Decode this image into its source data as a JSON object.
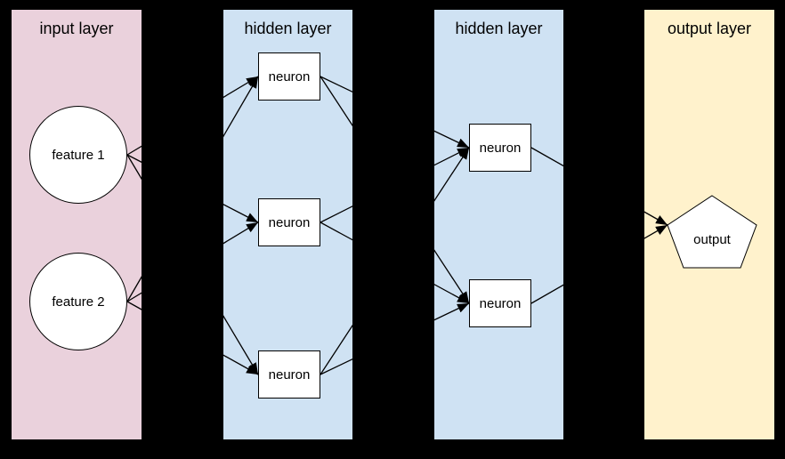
{
  "diagram": {
    "background": "#000000",
    "node_fill": "#ffffff",
    "node_stroke": "#000000",
    "edge_color": "#000000"
  },
  "layers": [
    {
      "title": "input layer",
      "color": "#ead1dc",
      "nodes": [
        {
          "id": "f1",
          "label": "feature 1",
          "shape": "circle"
        },
        {
          "id": "f2",
          "label": "feature 2",
          "shape": "circle"
        }
      ]
    },
    {
      "title": "hidden layer",
      "color": "#cfe2f3",
      "nodes": [
        {
          "id": "h1n1",
          "label": "neuron",
          "shape": "rect"
        },
        {
          "id": "h1n2",
          "label": "neuron",
          "shape": "rect"
        },
        {
          "id": "h1n3",
          "label": "neuron",
          "shape": "rect"
        }
      ]
    },
    {
      "title": "hidden layer",
      "color": "#cfe2f3",
      "nodes": [
        {
          "id": "h2n1",
          "label": "neuron",
          "shape": "rect"
        },
        {
          "id": "h2n2",
          "label": "neuron",
          "shape": "rect"
        }
      ]
    },
    {
      "title": "output layer",
      "color": "#fff2cc",
      "nodes": [
        {
          "id": "out",
          "label": "output",
          "shape": "pentagon"
        }
      ]
    }
  ],
  "edges": [
    {
      "from": "f1",
      "to": "h1n1"
    },
    {
      "from": "f1",
      "to": "h1n2"
    },
    {
      "from": "f1",
      "to": "h1n3"
    },
    {
      "from": "f2",
      "to": "h1n1"
    },
    {
      "from": "f2",
      "to": "h1n2"
    },
    {
      "from": "f2",
      "to": "h1n3"
    },
    {
      "from": "h1n1",
      "to": "h2n1"
    },
    {
      "from": "h1n1",
      "to": "h2n2"
    },
    {
      "from": "h1n2",
      "to": "h2n1"
    },
    {
      "from": "h1n2",
      "to": "h2n2"
    },
    {
      "from": "h1n3",
      "to": "h2n1"
    },
    {
      "from": "h1n3",
      "to": "h2n2"
    },
    {
      "from": "h2n1",
      "to": "out"
    },
    {
      "from": "h2n2",
      "to": "out"
    }
  ]
}
